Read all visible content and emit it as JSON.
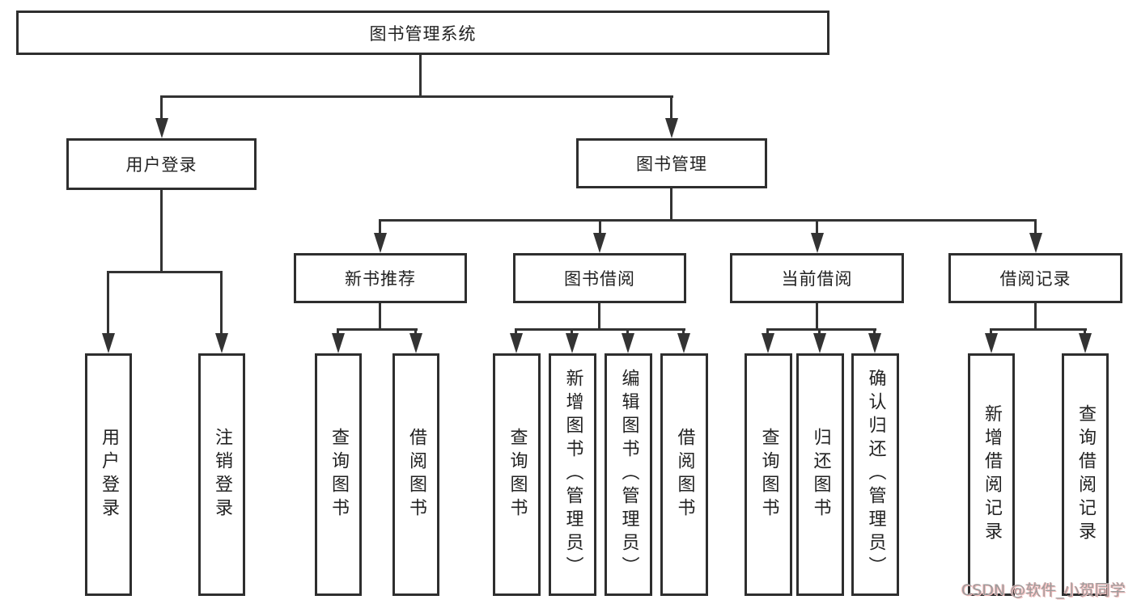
{
  "colors": {
    "line": "#333333",
    "box_border": "#2e2e2e",
    "box_bg": "#ffffff",
    "text": "#222222",
    "background": "#ffffff",
    "watermark": "#9c9c9c",
    "watermark_halo": "#f5bcbc"
  },
  "watermark": {
    "text": "CSDN @软件_小贺同学"
  },
  "tree": {
    "root": {
      "label": "图书管理系统"
    },
    "user_login": {
      "label": "用户登录",
      "children": {
        "login": {
          "label": "用户登录"
        },
        "logout": {
          "label": "注销登录"
        }
      }
    },
    "book_mgmt": {
      "label": "图书管理",
      "sections": {
        "new_book": {
          "label": "新书推荐",
          "children": {
            "query": {
              "label": "查询图书"
            },
            "borrow": {
              "label": "借阅图书"
            }
          }
        },
        "book_borrow": {
          "label": "图书借阅",
          "children": {
            "query": {
              "label": "查询图书"
            },
            "add": {
              "label": "新增图书（管理员）"
            },
            "edit": {
              "label": "编辑图书（管理员）"
            },
            "borrow": {
              "label": "借阅图书"
            }
          }
        },
        "current": {
          "label": "当前借阅",
          "children": {
            "query": {
              "label": "查询图书"
            },
            "return": {
              "label": "归还图书"
            },
            "confirm": {
              "label": "确认归还（管理员）"
            }
          }
        },
        "records": {
          "label": "借阅记录",
          "children": {
            "add": {
              "label": "新增借阅记录"
            },
            "query": {
              "label": "查询借阅记录"
            }
          }
        }
      }
    }
  }
}
